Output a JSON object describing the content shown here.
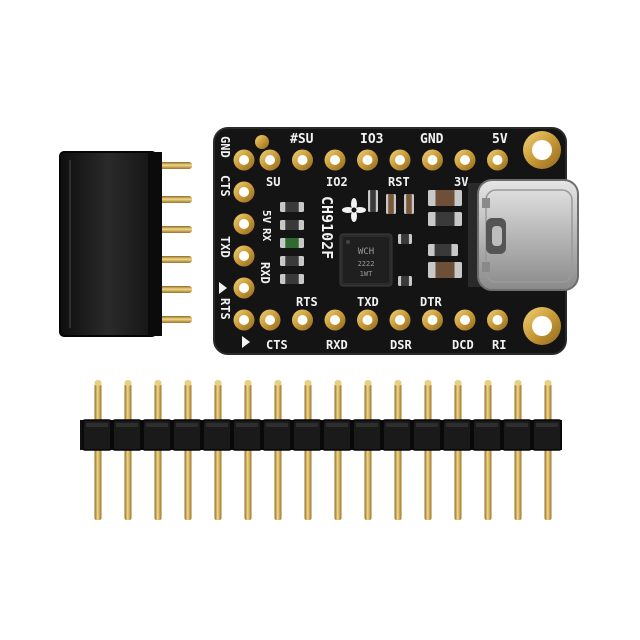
{
  "board": {
    "top_labels": [
      "#SU",
      "IO3",
      "GND",
      "5V"
    ],
    "left_top": "GND",
    "left_cts": "CTS",
    "left_txd": "TXD",
    "left_rts": "RTS",
    "inner_top": [
      "SU",
      "IO2",
      "RST",
      "3V"
    ],
    "inner_left": [
      "5V",
      "RX",
      "RXD"
    ],
    "chip_name": "CH9102F",
    "ic_text": [
      "WCH",
      "2222",
      "1WT"
    ],
    "inner_bottom": [
      "RTS",
      "TXD",
      "DTR"
    ],
    "bottom_labels": [
      "CTS",
      "RXD",
      "DSR",
      "DCD",
      "RI"
    ]
  },
  "colors": {
    "pcb": "#141414",
    "silkscreen": "#f2f2f2",
    "gold": "#d4ad4c",
    "header_plastic": "#1c1c1c",
    "usb_metal": "#c8c8c8"
  }
}
